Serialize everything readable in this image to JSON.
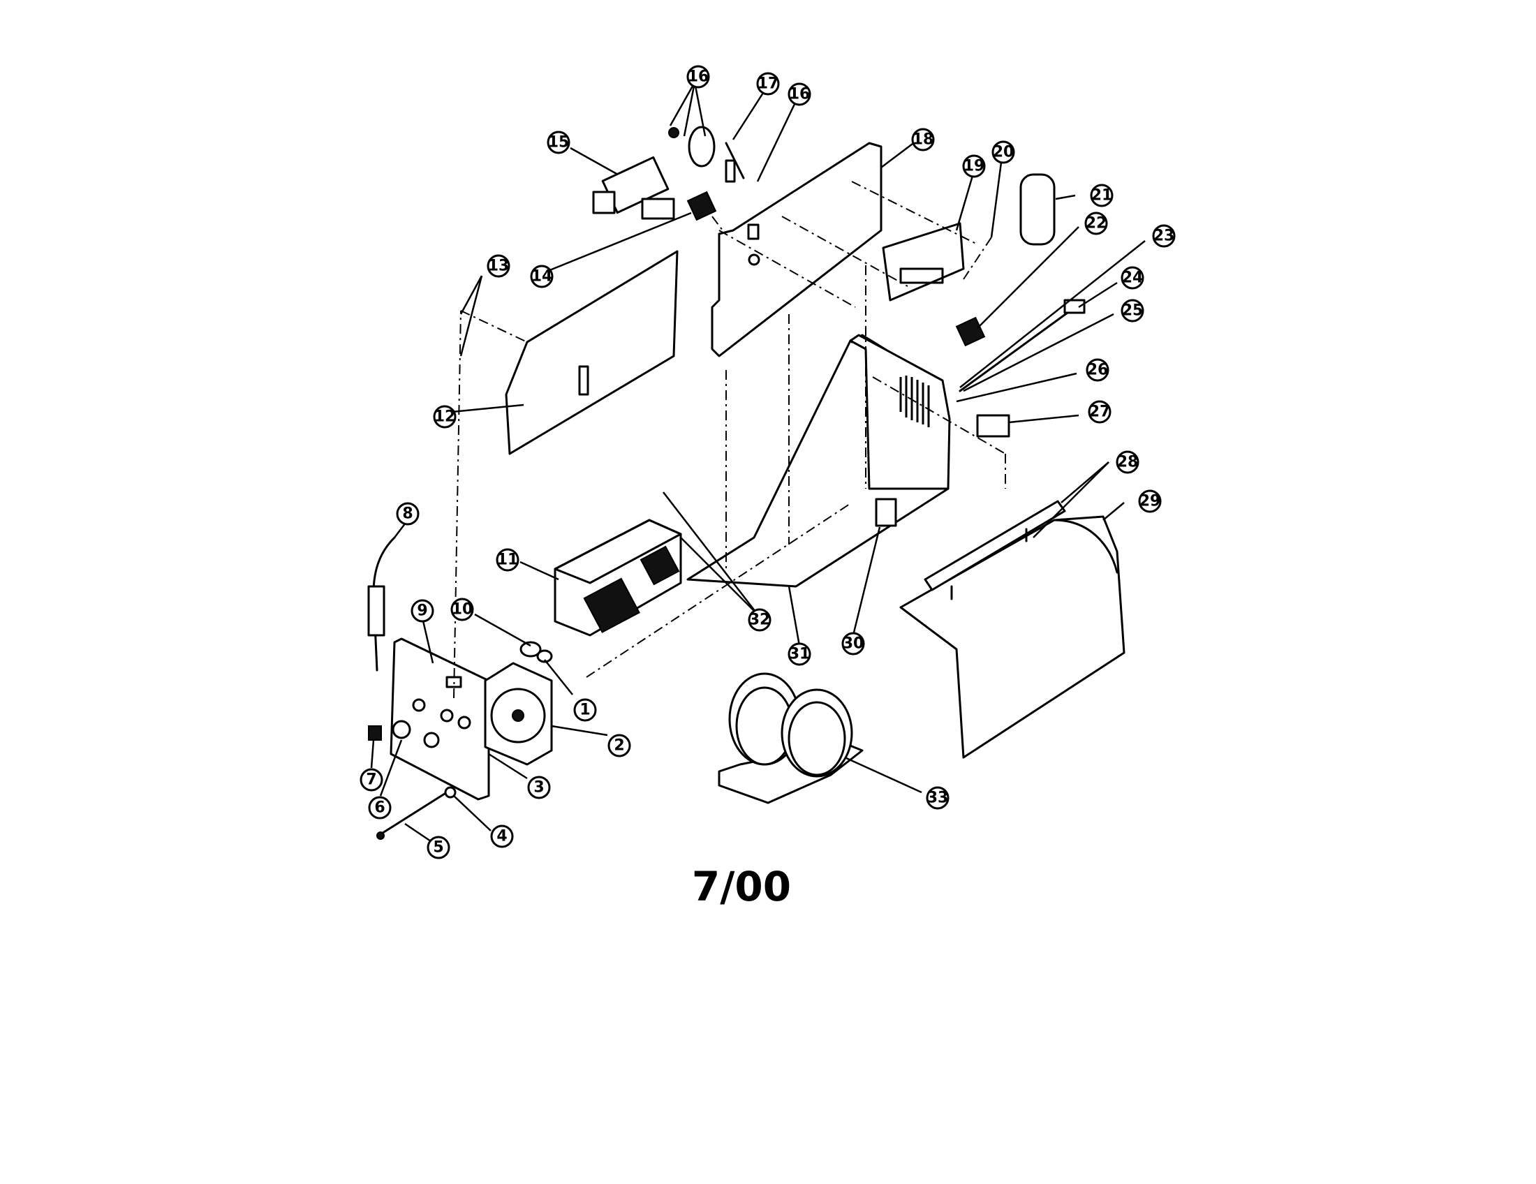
{
  "diagram": {
    "caption": "7/00",
    "callouts": [
      {
        "id": "1",
        "label": "1"
      },
      {
        "id": "2",
        "label": "2"
      },
      {
        "id": "3",
        "label": "3"
      },
      {
        "id": "4",
        "label": "4"
      },
      {
        "id": "5",
        "label": "5"
      },
      {
        "id": "6",
        "label": "6"
      },
      {
        "id": "7",
        "label": "7"
      },
      {
        "id": "8",
        "label": "8"
      },
      {
        "id": "9",
        "label": "9"
      },
      {
        "id": "10",
        "label": "10"
      },
      {
        "id": "11",
        "label": "11"
      },
      {
        "id": "12",
        "label": "12"
      },
      {
        "id": "13",
        "label": "13"
      },
      {
        "id": "14",
        "label": "14"
      },
      {
        "id": "15",
        "label": "15"
      },
      {
        "id": "16a",
        "label": "16"
      },
      {
        "id": "16b",
        "label": "16"
      },
      {
        "id": "17",
        "label": "17"
      },
      {
        "id": "18",
        "label": "18"
      },
      {
        "id": "19",
        "label": "19"
      },
      {
        "id": "20",
        "label": "20"
      },
      {
        "id": "21",
        "label": "21"
      },
      {
        "id": "22",
        "label": "22"
      },
      {
        "id": "23",
        "label": "23"
      },
      {
        "id": "24",
        "label": "24"
      },
      {
        "id": "25",
        "label": "25"
      },
      {
        "id": "26",
        "label": "26"
      },
      {
        "id": "27",
        "label": "27"
      },
      {
        "id": "28",
        "label": "28"
      },
      {
        "id": "29",
        "label": "29"
      },
      {
        "id": "30",
        "label": "30"
      },
      {
        "id": "31",
        "label": "31"
      },
      {
        "id": "32",
        "label": "32"
      },
      {
        "id": "33",
        "label": "33"
      }
    ]
  }
}
